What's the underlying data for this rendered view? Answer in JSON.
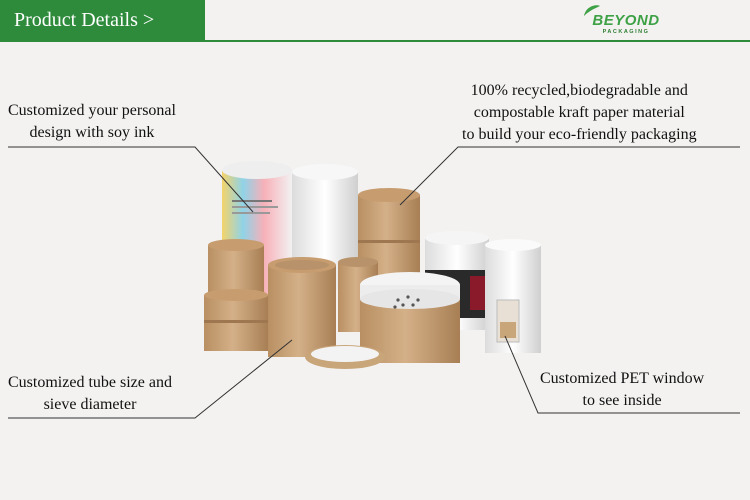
{
  "header": {
    "title": "Product Details >"
  },
  "logo": {
    "name": "BEYOND",
    "tagline": "PACKAGING"
  },
  "callouts": {
    "top_left": [
      "Customized your personal",
      "design with soy ink"
    ],
    "top_right": [
      "100% recycled,biodegradable and",
      "compostable kraft paper material",
      "to build your eco-friendly packaging"
    ],
    "bottom_left": [
      "Customized tube size and",
      "sieve diameter"
    ],
    "bottom_right": [
      "Customized PET window",
      "to see inside"
    ]
  },
  "colors": {
    "brand_green": "#2e8b3c",
    "kraft": "#c9a57a",
    "background": "#f3f2f1"
  }
}
